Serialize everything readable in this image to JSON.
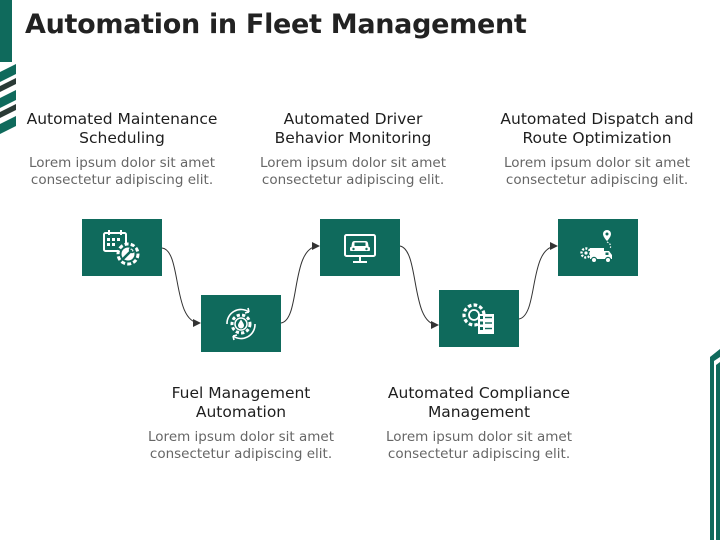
{
  "slide": {
    "title": "Automation in Fleet Management"
  },
  "colors": {
    "accent": "#0f6a5c",
    "title_text": "#222222",
    "body_text": "#666666"
  },
  "steps": [
    {
      "heading_line1": "Automated Maintenance",
      "heading_line2": "Scheduling",
      "desc_line1": "Lorem ipsum dolor sit amet",
      "desc_line2": "consectetur adipiscing elit.",
      "icon": "calendar-gear-wrench-icon"
    },
    {
      "heading_line1": "Fuel Management",
      "heading_line2": "Automation",
      "desc_line1": "Lorem ipsum dolor sit amet",
      "desc_line2": "consectetur adipiscing elit.",
      "icon": "fuel-drop-gear-icon"
    },
    {
      "heading_line1": "Automated Driver",
      "heading_line2": "Behavior Monitoring",
      "desc_line1": "Lorem ipsum dolor sit amet",
      "desc_line2": "consectetur adipiscing elit.",
      "icon": "car-monitor-icon"
    },
    {
      "heading_line1": "Automated Compliance",
      "heading_line2": "Management",
      "desc_line1": "Lorem ipsum dolor sit amet",
      "desc_line2": "consectetur adipiscing elit.",
      "icon": "checklist-gear-icon"
    },
    {
      "heading_line1": "Automated Dispatch and",
      "heading_line2": "Route Optimization",
      "desc_line1": "Lorem ipsum dolor sit amet",
      "desc_line2": "consectetur adipiscing elit.",
      "icon": "delivery-truck-location-icon"
    }
  ]
}
